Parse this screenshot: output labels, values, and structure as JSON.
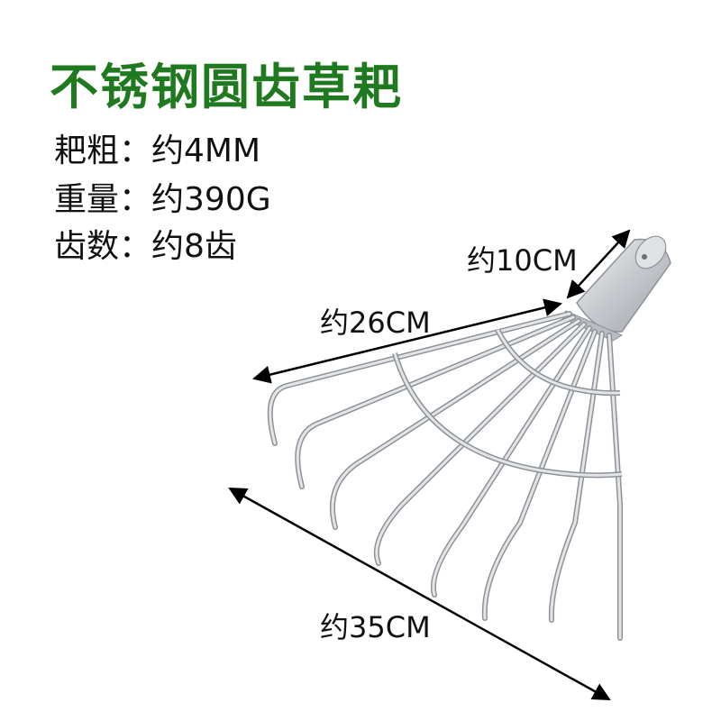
{
  "title": "不锈钢圆齿草耙",
  "specs": [
    {
      "label": "耙粗：",
      "value": "约4MM"
    },
    {
      "label": "重量：",
      "value": "约390G"
    },
    {
      "label": "齿数：",
      "value": "约8齿"
    }
  ],
  "dimensions": {
    "head_width": "约10CM",
    "tine_length": "约26CM",
    "total_width": "约35CM"
  },
  "colors": {
    "title": "#1f7a1f",
    "steel": "#c9ccd0",
    "steel_shadow": "#8d9298",
    "arrow": "#000000"
  }
}
